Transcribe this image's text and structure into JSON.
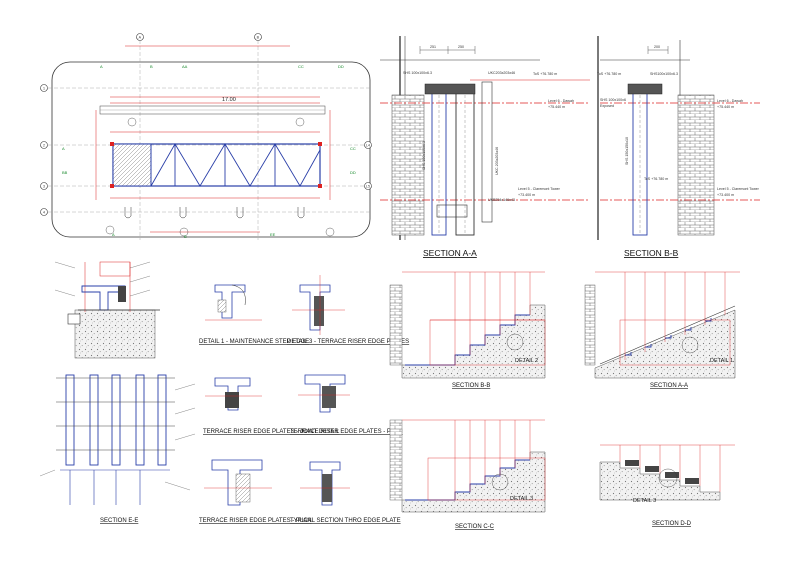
{
  "sections": {
    "section_aa": "SECTION A-A",
    "section_bb": "SECTION B-B",
    "section_bb_small": "SECTION B-B",
    "section_aa_small": "SECTION A-A",
    "section_cc": "SECTION C-C",
    "section_dd": "SECTION D-D",
    "section_ee": "SECTION E-E"
  },
  "details": {
    "detail_1": "DETAIL 1",
    "detail_2": "DETAIL 2",
    "detail_3a": "DETAIL 3",
    "detail_3b": "DETAIL 3",
    "detail_maint": "DETAIL 1 - MAINTENANCE STEP EDGE",
    "detail_terrace": "DETAIL 3 - TERRACE RISER EDGE PLATES",
    "detail_joint": "TERRACE RISER EDGE PLATES - JOINT DETAIL",
    "detail_plan": "TERRACE RISER EDGE PLATES - PLAN",
    "detail_riser": "TERRACE RISER EDGE PLATES - PLAN",
    "detail_typical": "TYPICAL SECTION THRO EDGE PLATE"
  },
  "levels": {
    "aa_tos": "ToS +76.780 m",
    "aa_level6": "Level 6 - Dawah",
    "aa_level6_val": "+75.440 m",
    "aa_level5": "Level 5 - Claremont Tower",
    "aa_level5_val": "+73.400 m",
    "bb_tos": "ToS +76.780 m",
    "bb_level6": "Level 6 - Dawah",
    "bb_level6_val": "+75.440 m",
    "bb_level5": "Level 5 - Claremont Tower",
    "bb_level5_val": "+73.400 m",
    "bb_tos2": "ToS +76.780 m"
  },
  "members": {
    "aa_shs": "SHS 100x100x6.3",
    "aa_uc": "UKC203x203x46",
    "aa_ub": "UKB254x146x43",
    "aa_col": "SHS 100x100x6.3",
    "aa_uc_v": "UKC 203x203x46",
    "bb_shs": "SHS100x100x6.3",
    "bb_shs2": "SHS 100x100x6",
    "bb_exposed": "Exposed",
    "bb_col": "SHS 150x150x10"
  },
  "dims": {
    "d1": "251",
    "d2": "250",
    "d3": "200",
    "d4": "17.00",
    "d5": "200"
  },
  "grid": {
    "a": "A",
    "b": "B",
    "one": "1",
    "two": "2",
    "three": "3",
    "four": "4",
    "L": "L4",
    "R": "L5"
  }
}
